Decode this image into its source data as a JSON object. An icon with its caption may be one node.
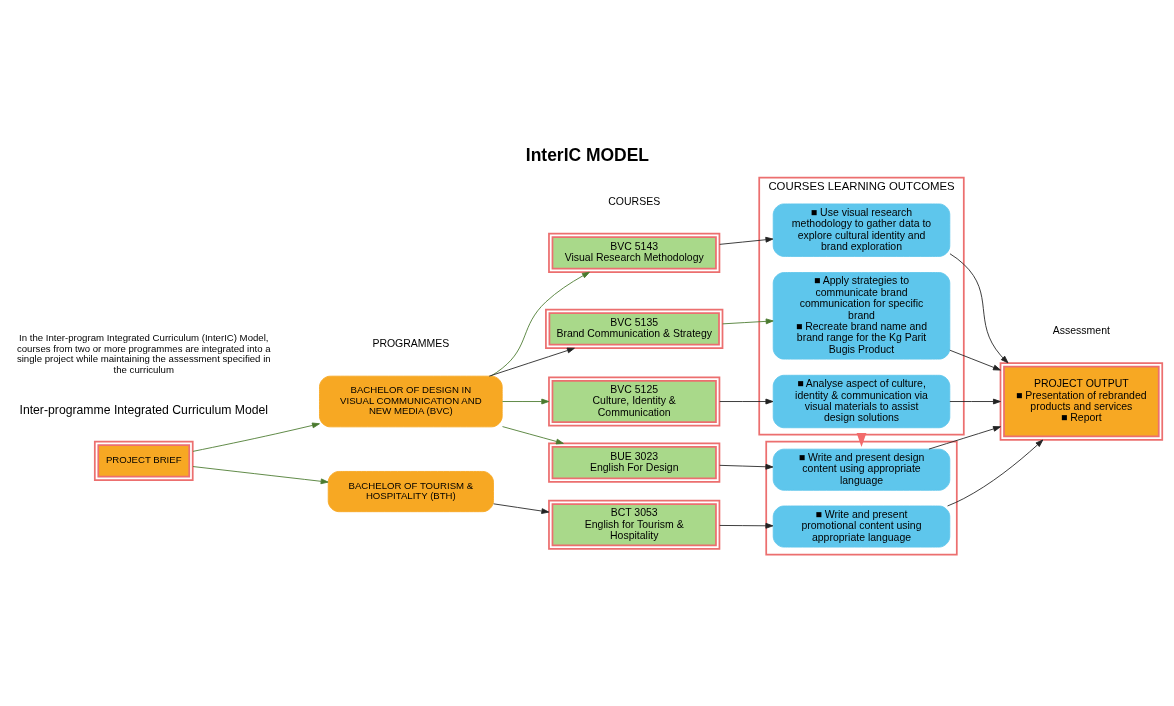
{
  "diagram": {
    "title": "InterIC MODEL",
    "caption": "In the Inter-program Integrated Curriculum (InterIC) Model, courses from two or more programmes are integrated into a single project while maintaining the assessment specified in the curriculum",
    "nodes": [
      {
        "text": [
          "PROJECT BRIEF"
        ]
      },
      {
        "text": [
          "BACHELOR OF DESIGN IN VISUAL COMMUNICATION AND NEW MEDIA (BVC)"
        ]
      },
      {
        "text": [
          "BACHELOR OF TOURISM & HOSPITALITY (BTH)"
        ]
      },
      {
        "text": [
          "BVC 5143",
          "Visual Research Methodology"
        ]
      },
      {
        "text": [
          "BVC 5135",
          "Brand Communication & Strategy"
        ]
      },
      {
        "text": [
          "BVC 5125",
          "Culture, Identity & Communication"
        ]
      },
      {
        "text": [
          "BUE 3023",
          "English For Design"
        ]
      },
      {
        "text": [
          "BCT 3053",
          "English for Tourism & Hospitality"
        ]
      },
      {
        "text": [
          "COURSES LEARNING OUTCOMES"
        ]
      },
      {
        "text": [
          "■ Use visual research methodology to gather data to explore cultural identity and brand exploration"
        ],
        "in": 8
      },
      {
        "text": [
          "■ Apply strategies to communicate brand communication for specific brand",
          "■ Recreate brand name and brand range for the Kg Parit Bugis Product"
        ],
        "in": 8
      },
      {
        "text": [
          "■ Analyse aspect of culture, identity & communication via visual materials to assist design solutions"
        ],
        "in": 8
      },
      {
        "text": [],
        "shape": "box"
      },
      {
        "text": [
          "■ Write and present design content using appropriate language"
        ],
        "in": 12
      },
      {
        "text": [
          "■ Write and present promotional content using appropriate language"
        ],
        "in": 12
      },
      {
        "text": [
          "PROJECT OUTPUT",
          "■ Presentation of rebranded products and services",
          "■ Report"
        ]
      }
    ],
    "edges": [
      {
        "from": 0,
        "to": 1,
        "arrow": "to",
        "color": "#4a7a2e"
      },
      {
        "from": 0,
        "to": 2,
        "arrow": "to",
        "color": "#4a7a2e"
      },
      {
        "from": 1,
        "to": 3,
        "arrow": "to",
        "color": "#4a7a2e"
      },
      {
        "from": 1,
        "to": 4,
        "arrow": "to"
      },
      {
        "from": 1,
        "to": 5,
        "arrow": "to",
        "color": "#4a7a2e"
      },
      {
        "from": 1,
        "to": 6,
        "arrow": "to",
        "color": "#4a7a2e"
      },
      {
        "from": 2,
        "to": 7,
        "arrow": "to"
      },
      {
        "from": 3,
        "to": 9,
        "arrow": "to"
      },
      {
        "from": 4,
        "to": 10,
        "arrow": "to",
        "color": "#4a7a2e"
      },
      {
        "from": 5,
        "to": 11,
        "arrow": "to"
      },
      {
        "from": 6,
        "to": 13,
        "arrow": "to"
      },
      {
        "from": 7,
        "to": 14,
        "arrow": "to"
      },
      {
        "from": 9,
        "to": 15,
        "arrow": "to"
      },
      {
        "from": 10,
        "to": 15,
        "arrow": "to"
      },
      {
        "from": 11,
        "to": 15,
        "arrow": "to"
      },
      {
        "from": 13,
        "to": 15,
        "arrow": "to"
      },
      {
        "from": 14,
        "to": 15,
        "arrow": "to"
      },
      {
        "from": 8,
        "to": 12,
        "arrow": "to",
        "style": "thick",
        "color": "#f26b6b"
      }
    ],
    "labels": [
      "Inter-programme Integrated Curriculum Model",
      "PROGRAMMES",
      "COURSES",
      "Assessment"
    ]
  }
}
